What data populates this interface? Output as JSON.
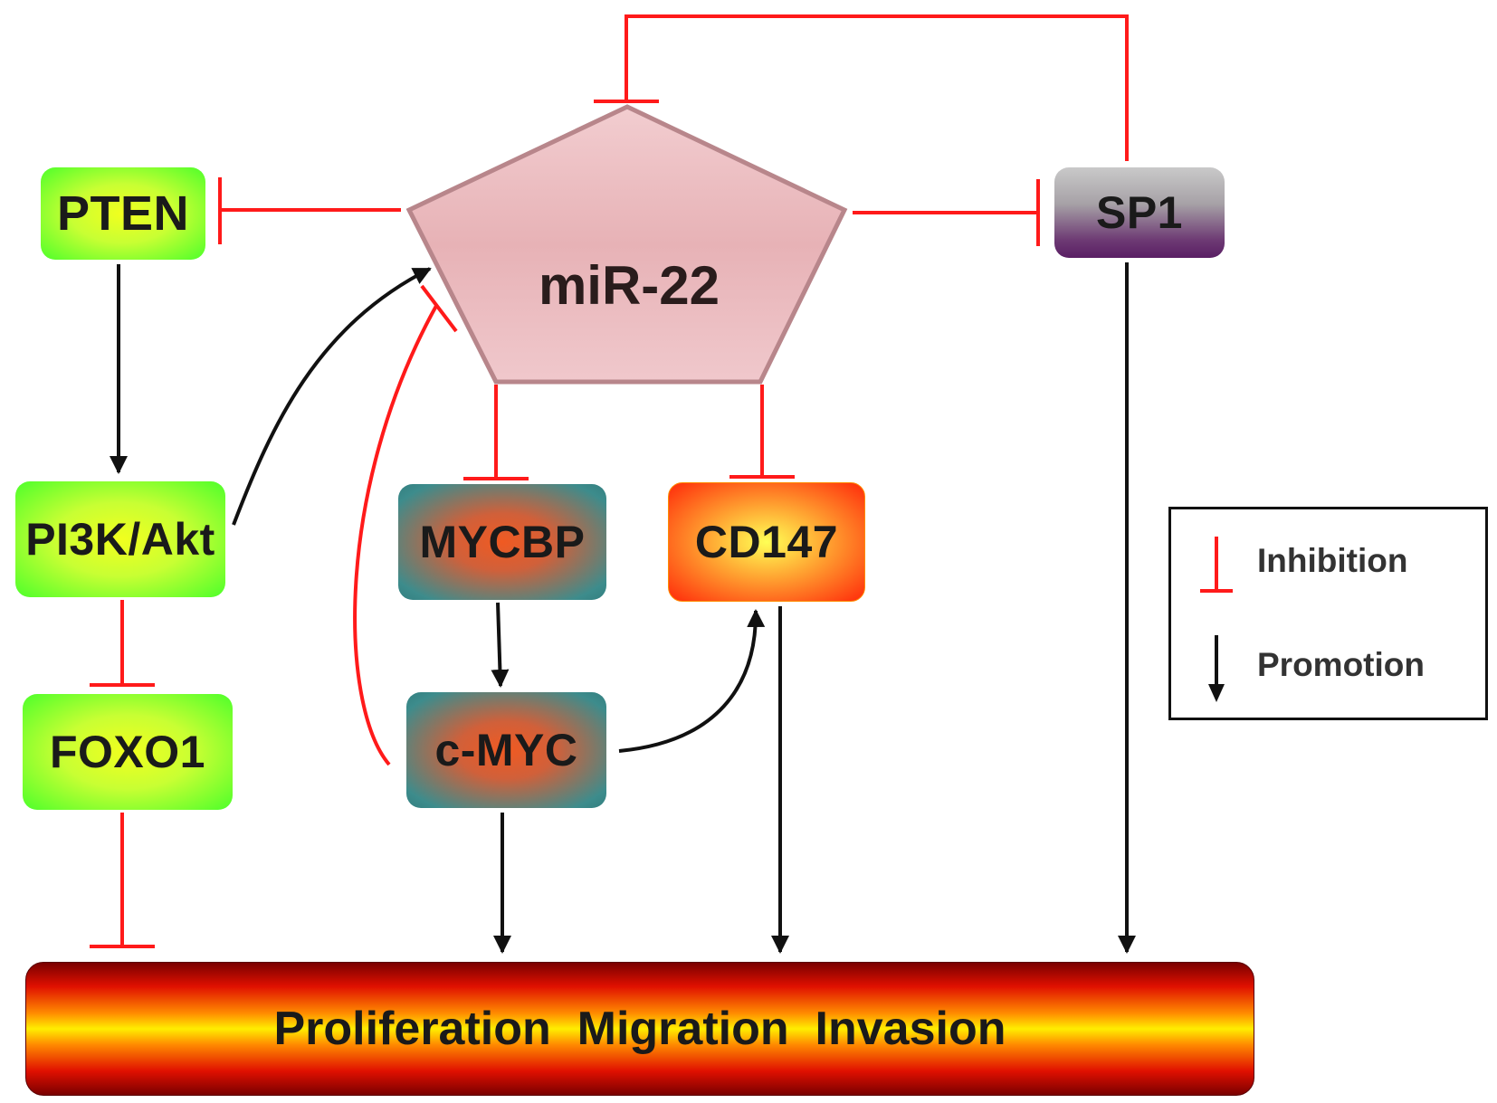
{
  "nodes": {
    "pten": "PTEN",
    "pi3k_akt": "PI3K/Akt",
    "foxo1": "FOXO1",
    "mir22": "miR-22",
    "mycbp": "MYCBP",
    "c_myc": "c-MYC",
    "cd147": "CD147",
    "sp1": "SP1"
  },
  "outcome": "Proliferation  Migration  Invasion",
  "legend": {
    "inhibition": "Inhibition",
    "promotion": "Promotion"
  },
  "colors": {
    "inhibition": "#ff1a1a",
    "promotion": "#111111",
    "mir22_fill": "#e8b4b8",
    "mir22_stroke": "#b07a80"
  }
}
